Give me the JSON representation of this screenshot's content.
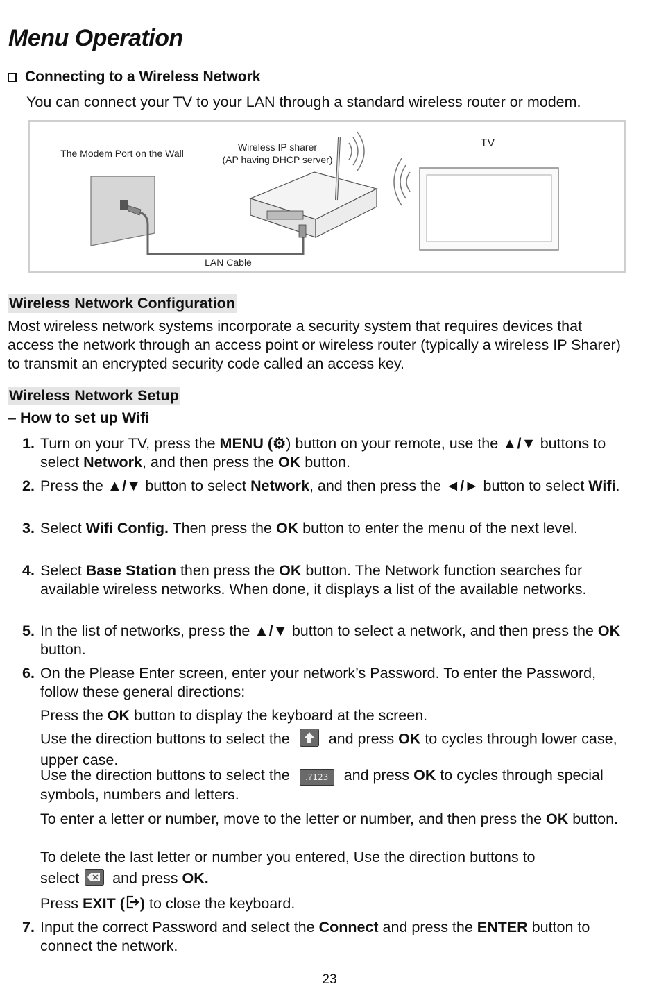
{
  "page": {
    "title": "Menu Operation",
    "section_heading": "Connecting to a Wireless Network",
    "intro": "You can connect your TV to your LAN through a standard wireless router or modem.",
    "page_number": "23"
  },
  "diagram": {
    "modem_label": "The Modem Port on the Wall",
    "sharer_label_1": "Wireless IP sharer",
    "sharer_label_2": "(AP having DHCP server)",
    "tv_label": "TV",
    "cable_label": "LAN Cable",
    "icons": [
      "wall-port-icon",
      "router-icon",
      "wireless-signal-icon",
      "tv-icon"
    ]
  },
  "config": {
    "heading": "Wireless Network Configuration",
    "body": "Most wireless network systems incorporate a security system that requires devices that access the network through an access point or wireless router (typically a wireless IP Sharer) to transmit an encrypted security code called an access key."
  },
  "setup": {
    "heading": "Wireless Network Setup",
    "dash": "–",
    "how_to": "How to set up Wifi",
    "steps": [
      {
        "n": "1.",
        "p": [
          "Turn on your TV, press the ",
          "MENU (",
          ") button on your remote, use the ",
          "▲/▼",
          " buttons to select ",
          "Network",
          ", and then press the ",
          "OK",
          " button."
        ]
      },
      {
        "n": "2.",
        "p": [
          "Press the ",
          "▲/▼",
          " button to select ",
          "Network",
          ", and then press the ",
          "◄/►",
          " button to select ",
          "Wifi",
          "."
        ]
      },
      {
        "n": "3.",
        "p": [
          "Select ",
          "Wifi Config.",
          " Then press the ",
          "OK",
          " button to enter the menu of the next level."
        ]
      },
      {
        "n": "4.",
        "p": [
          "Select ",
          "Base Station",
          " then press the ",
          "OK",
          " button. The Network function searches for available wireless networks. When done, it displays a list of the available networks."
        ]
      },
      {
        "n": "5.",
        "p": [
          "In the list of networks, press the ",
          "▲/▼",
          " button to select a network, and then press the ",
          "OK",
          " button."
        ]
      },
      {
        "n": "6.",
        "p": [
          "On the Please Enter screen, enter your network’s Password. To enter the Password, follow these general directions:"
        ]
      },
      {
        "n": "7.",
        "p": [
          "Input the correct Password and select the ",
          "Connect",
          " and press the ",
          "ENTER",
          " button to connect the network."
        ]
      }
    ],
    "sub": {
      "ok_a": "Press the ",
      "ok_b": "OK",
      "ok_c": " button to display the keyboard at the screen.",
      "shift_a": "Use the direction buttons to select the ",
      "shift_b": " and press ",
      "shift_c": "OK",
      "shift_d": " to cycles through lower case, upper case.",
      "sym_a": "Use the direction buttons to select the ",
      "sym_key": ".?123",
      "sym_b": " and press ",
      "sym_c": "OK",
      "sym_d": " to cycles through special symbols, numbers and letters.",
      "enter_a": "To enter a letter or number, move to the letter or number, and then press the ",
      "enter_b": "OK",
      "enter_c": " button.",
      "del_a": "To delete the last letter or number you entered, Use the direction buttons to",
      "del_b": "select ",
      "del_c": " and press ",
      "del_d": "OK.",
      "exit_a": "Press ",
      "exit_b": "EXIT (",
      "exit_c": ")",
      "exit_d": " to close the keyboard."
    }
  }
}
